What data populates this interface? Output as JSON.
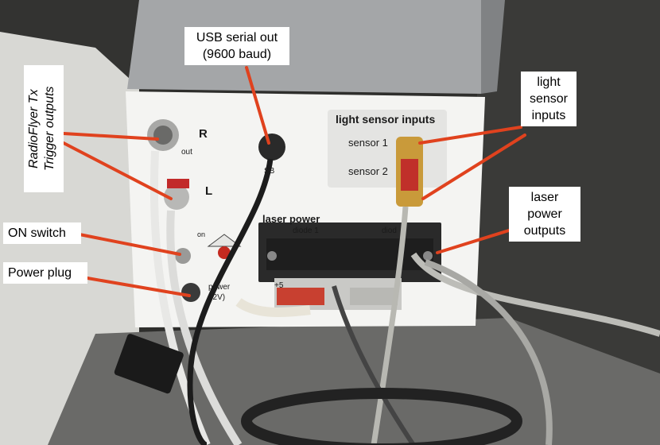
{
  "image": {
    "description_colors": {
      "background": "#2a2a28",
      "box_face": "#f4f4f2",
      "box_body": "#9c9ea0",
      "arrow": "#e0421e",
      "callout_bg": "#ffffff"
    }
  },
  "callouts": {
    "usb": [
      "USB serial out",
      "(9600 baud)"
    ],
    "light_sensor": [
      "light",
      "sensor",
      "inputs"
    ],
    "laser_power": [
      "laser",
      "power",
      "outputs"
    ],
    "on_switch": "ON switch",
    "power_plug": "Power plug",
    "radioflyer": [
      "RadioFlyer Tx",
      "Trigger outputs"
    ]
  },
  "panel": {
    "light_sensor_inputs": "light sensor inputs",
    "sensor1": "sensor 1",
    "sensor2": "sensor 2",
    "laser_power": "laser power",
    "diode1": "diode 1",
    "diode2": "diod",
    "r_label": "R",
    "l_label": "L",
    "out_label": "out",
    "usb_label": "SB",
    "on_label": "on",
    "power_label": "power",
    "voltage_label": "12V)",
    "plus5": "+5"
  }
}
